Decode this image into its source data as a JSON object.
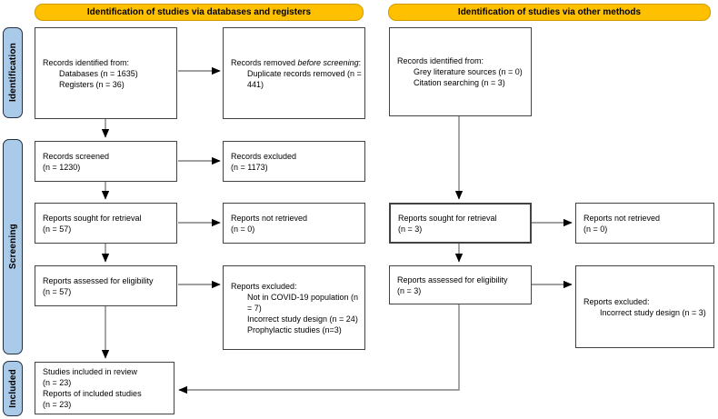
{
  "colors": {
    "header_bg": "#FFC000",
    "sidebar_bg": "#A9CAE9",
    "box_border": "#424242",
    "arrow_line": "#808080",
    "arrow_head": "#000000"
  },
  "headers": {
    "databases": "Identification of studies via databases and registers",
    "other_methods": "Identification of studies via other methods"
  },
  "sidebar": {
    "identification": "Identification",
    "screening": "Screening",
    "included": "Included"
  },
  "boxes": {
    "records_identified_db": {
      "title": "Records identified from:",
      "items": [
        "Databases (n = 1635)",
        "Registers (n = 36)"
      ]
    },
    "records_removed": {
      "pre": "Records removed ",
      "italic": "before screening",
      "post": ":",
      "items": [
        "Duplicate records removed (n = 441)"
      ]
    },
    "records_screened": {
      "lines": [
        "Records screened",
        "(n = 1230)"
      ]
    },
    "records_excluded": {
      "lines": [
        "Records excluded",
        "(n = 1173)"
      ]
    },
    "reports_sought_db": {
      "lines": [
        "Reports sought for retrieval",
        "(n = 57)"
      ]
    },
    "reports_not_retrieved_db": {
      "lines": [
        "Reports not retrieved",
        "(n = 0)"
      ]
    },
    "reports_assessed_db": {
      "lines": [
        "Reports assessed for eligibility",
        "(n = 57)"
      ]
    },
    "reports_excluded_db": {
      "title": "Reports excluded:",
      "items": [
        "Not in COVID-19 population (n = 7)",
        "Incorrect study design (n = 24)",
        "Prophylactic studies (n=3)"
      ]
    },
    "included_studies": {
      "lines": [
        "Studies included in review",
        "(n = 23)",
        "Reports of included studies",
        "(n = 23)"
      ]
    },
    "records_identified_other": {
      "title": "Records identified from:",
      "items": [
        "Grey literature sources (n = 0)",
        "Citation searching (n = 3)"
      ]
    },
    "reports_sought_other": {
      "lines": [
        "Reports sought for retrieval",
        "(n = 3)"
      ]
    },
    "reports_not_retrieved_other": {
      "lines": [
        "Reports not retrieved",
        "(n = 0)"
      ]
    },
    "reports_assessed_other": {
      "lines": [
        "Reports assessed for eligibility",
        "(n = 3)"
      ]
    },
    "reports_excluded_other": {
      "title": "Reports excluded:",
      "items": [
        "Incorrect study design (n = 3)"
      ]
    }
  }
}
